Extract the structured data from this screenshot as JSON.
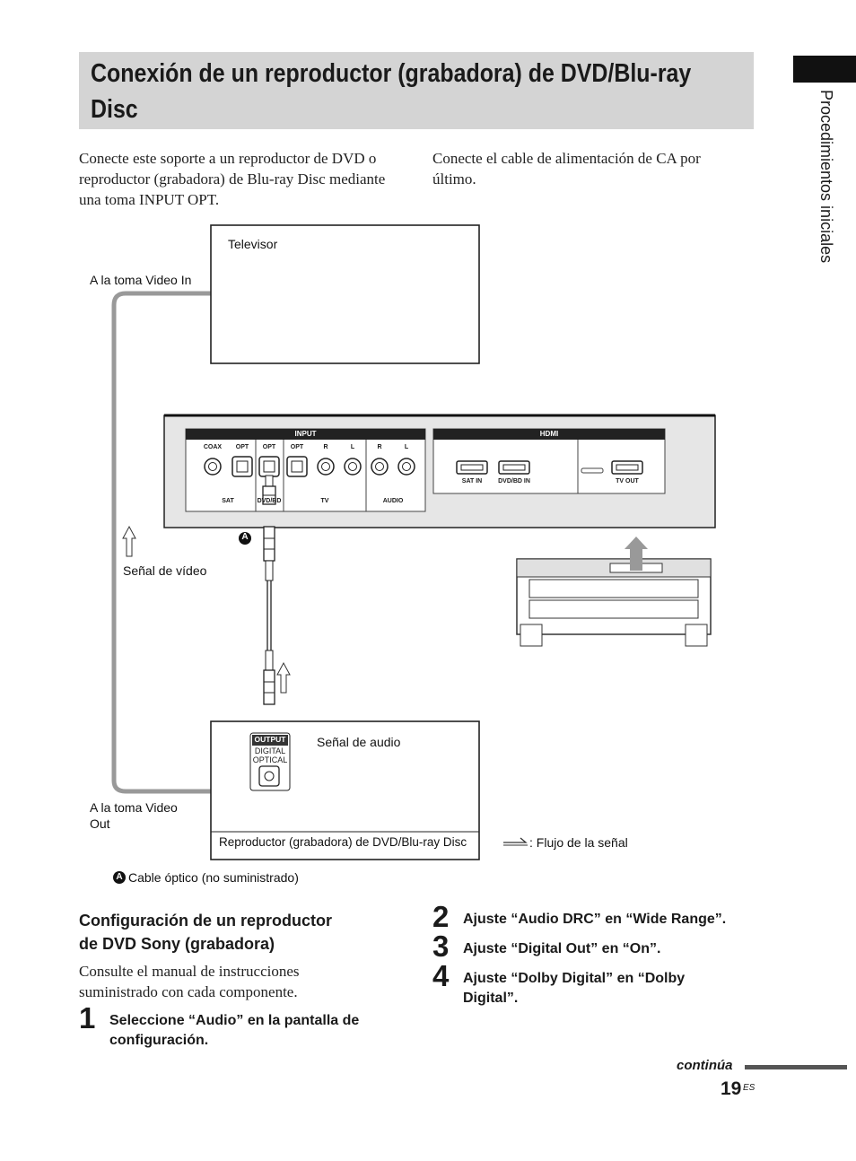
{
  "page": {
    "title": "Conexión de un reproductor (grabadora) de DVD/Blu-ray Disc",
    "side_label": "Procedimientos iniciales",
    "intro_left": "Conecte este soporte a un reproductor de DVD o reproductor (grabadora) de Blu-ray Disc mediante una toma INPUT OPT.",
    "intro_right": "Conecte el cable de alimentación de CA por último.",
    "continua": "continúa",
    "page_number": "19",
    "page_suffix": "ES"
  },
  "diagram": {
    "tv_label": "Televisor",
    "video_in_label": "A la toma Video In",
    "video_out_label_1": "A la toma Video",
    "video_out_label_2": "Out",
    "video_signal": "Señal de vídeo",
    "audio_signal": "Señal de audio",
    "player_label": "Reproductor (grabadora) de DVD/Blu-ray Disc",
    "flow_label": ": Flujo de la señal",
    "callout_letter": "A",
    "cable_note": "Cable óptico (no suministrado)",
    "output_label": "OUTPUT",
    "digital_label": "DIGITAL",
    "optical_label": "OPTICAL",
    "panel": {
      "input": "INPUT",
      "hdmi": "HDMI",
      "jacks": [
        "COAX",
        "OPT",
        "OPT",
        "OPT",
        "R",
        "L",
        "R",
        "L"
      ],
      "groups": [
        "SAT",
        "DVD/BD",
        "TV",
        "AUDIO"
      ],
      "hdmi_ports": [
        "SAT IN",
        "DVD/BD IN",
        "TV OUT"
      ]
    }
  },
  "config": {
    "heading_1": "Configuración de un reproductor",
    "heading_2": "de DVD Sony (grabadora)",
    "body": "Consulte el manual de instrucciones suministrado con cada componente.",
    "steps": [
      {
        "num": "1",
        "text": "Seleccione “Audio” en la pantalla de configuración."
      },
      {
        "num": "2",
        "text": "Ajuste “Audio DRC” en “Wide Range”."
      },
      {
        "num": "3",
        "text": "Ajuste “Digital Out” en “On”."
      },
      {
        "num": "4",
        "text": "Ajuste “Dolby Digital” en “Dolby Digital”."
      }
    ]
  }
}
